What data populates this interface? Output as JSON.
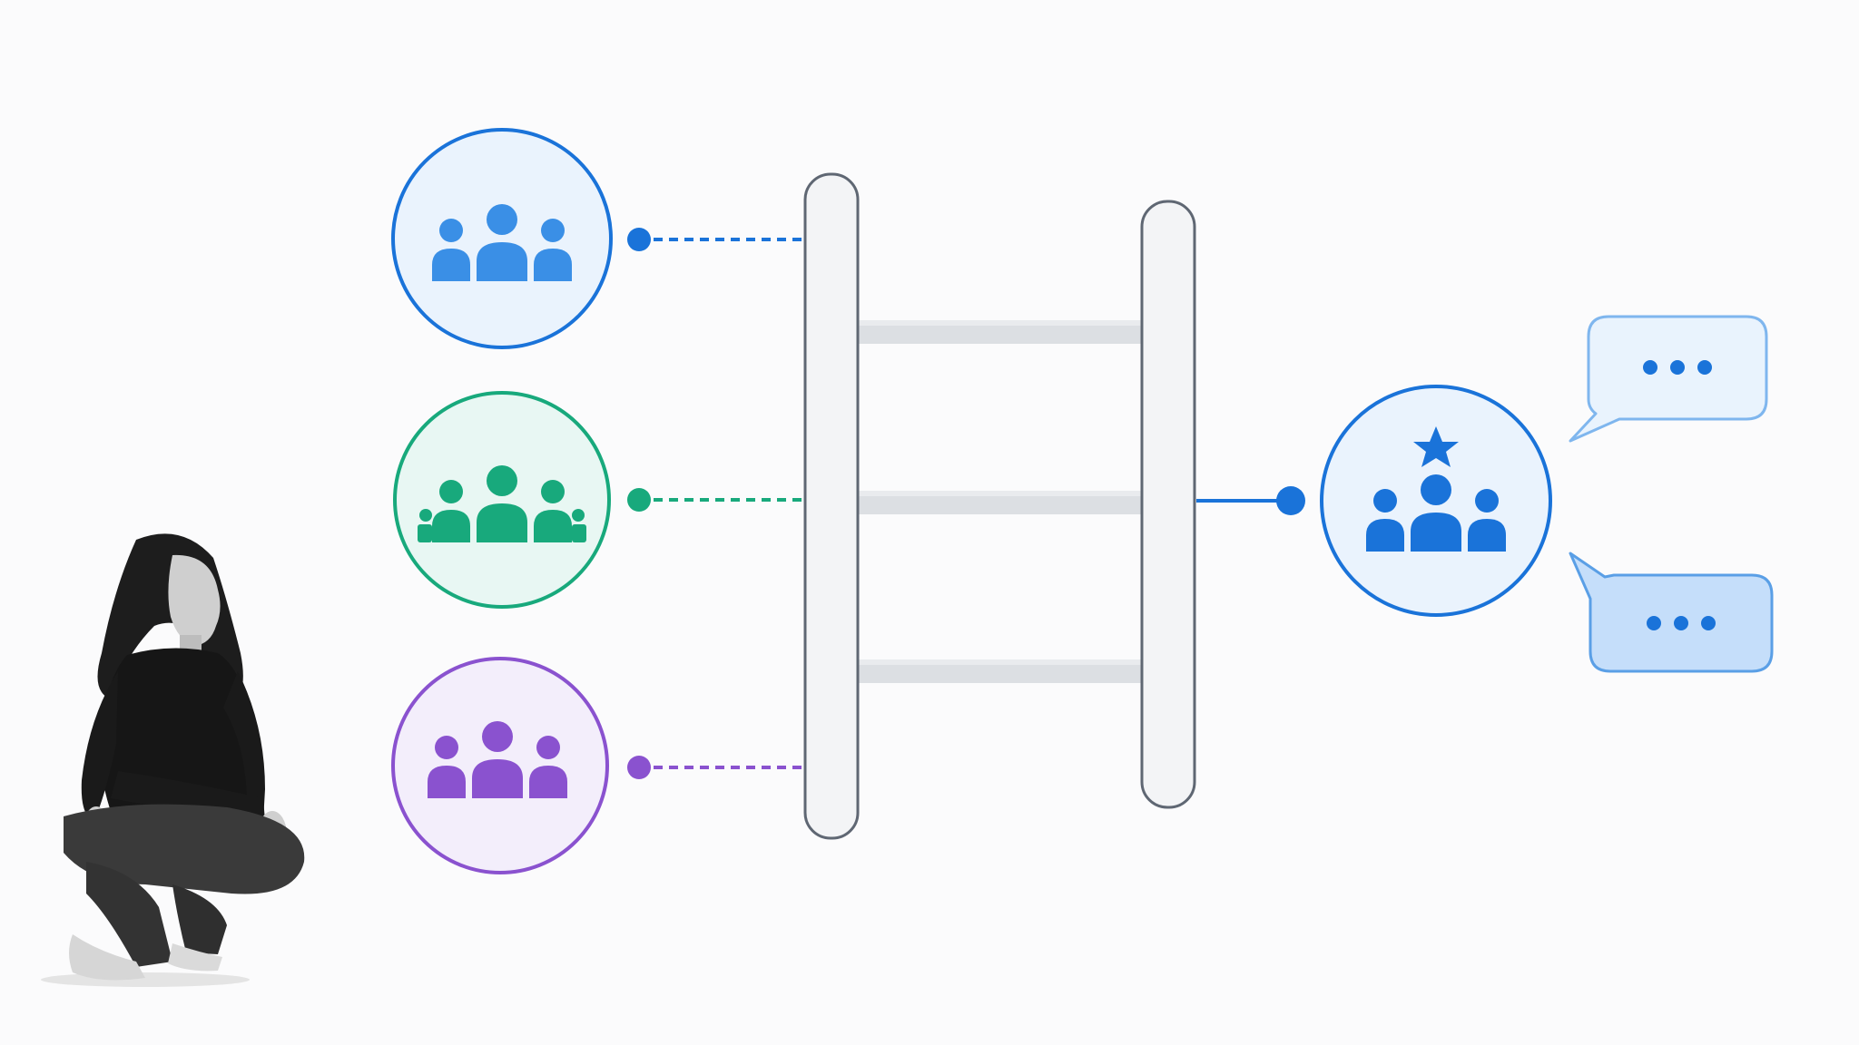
{
  "colors": {
    "background": "#fbfbfc",
    "blue": "#1a73d9",
    "blue_icon": "#3a8fe6",
    "blue_fill": "#eaf3fd",
    "green": "#18a97c",
    "green_fill": "#e8f7f3",
    "purple": "#8a52cf",
    "purple_fill": "#f3eefb",
    "rail_fill": "#f3f4f6",
    "rail_stroke": "#5f6773",
    "rung": "#dcdfe3",
    "bubble_light_fill": "#e9f3fd",
    "bubble_light_stroke": "#7fb6ee",
    "bubble_dark_fill": "#c5defa",
    "bubble_dark_stroke": "#5a9fe6",
    "person_shirt": "#161616",
    "person_jeans": "#3a3a3a",
    "person_skin": "#c9c9c9"
  },
  "groups": [
    {
      "id": "group-blue",
      "icon": "people-group-icon",
      "color": "blue"
    },
    {
      "id": "group-green",
      "icon": "people-group-icon",
      "color": "green"
    },
    {
      "id": "group-purple",
      "icon": "people-group-icon",
      "color": "purple"
    }
  ],
  "ladder": {
    "rails": 2,
    "rungs": 3
  },
  "target": {
    "icon": "star-team-icon",
    "color": "blue"
  },
  "bubbles": [
    {
      "id": "speech-bubble-top",
      "icon": "ellipsis-icon",
      "text": "•••"
    },
    {
      "id": "speech-bubble-bottom",
      "icon": "ellipsis-icon",
      "text": "•••"
    }
  ],
  "illustration": {
    "icon": "person-crouching-icon"
  }
}
